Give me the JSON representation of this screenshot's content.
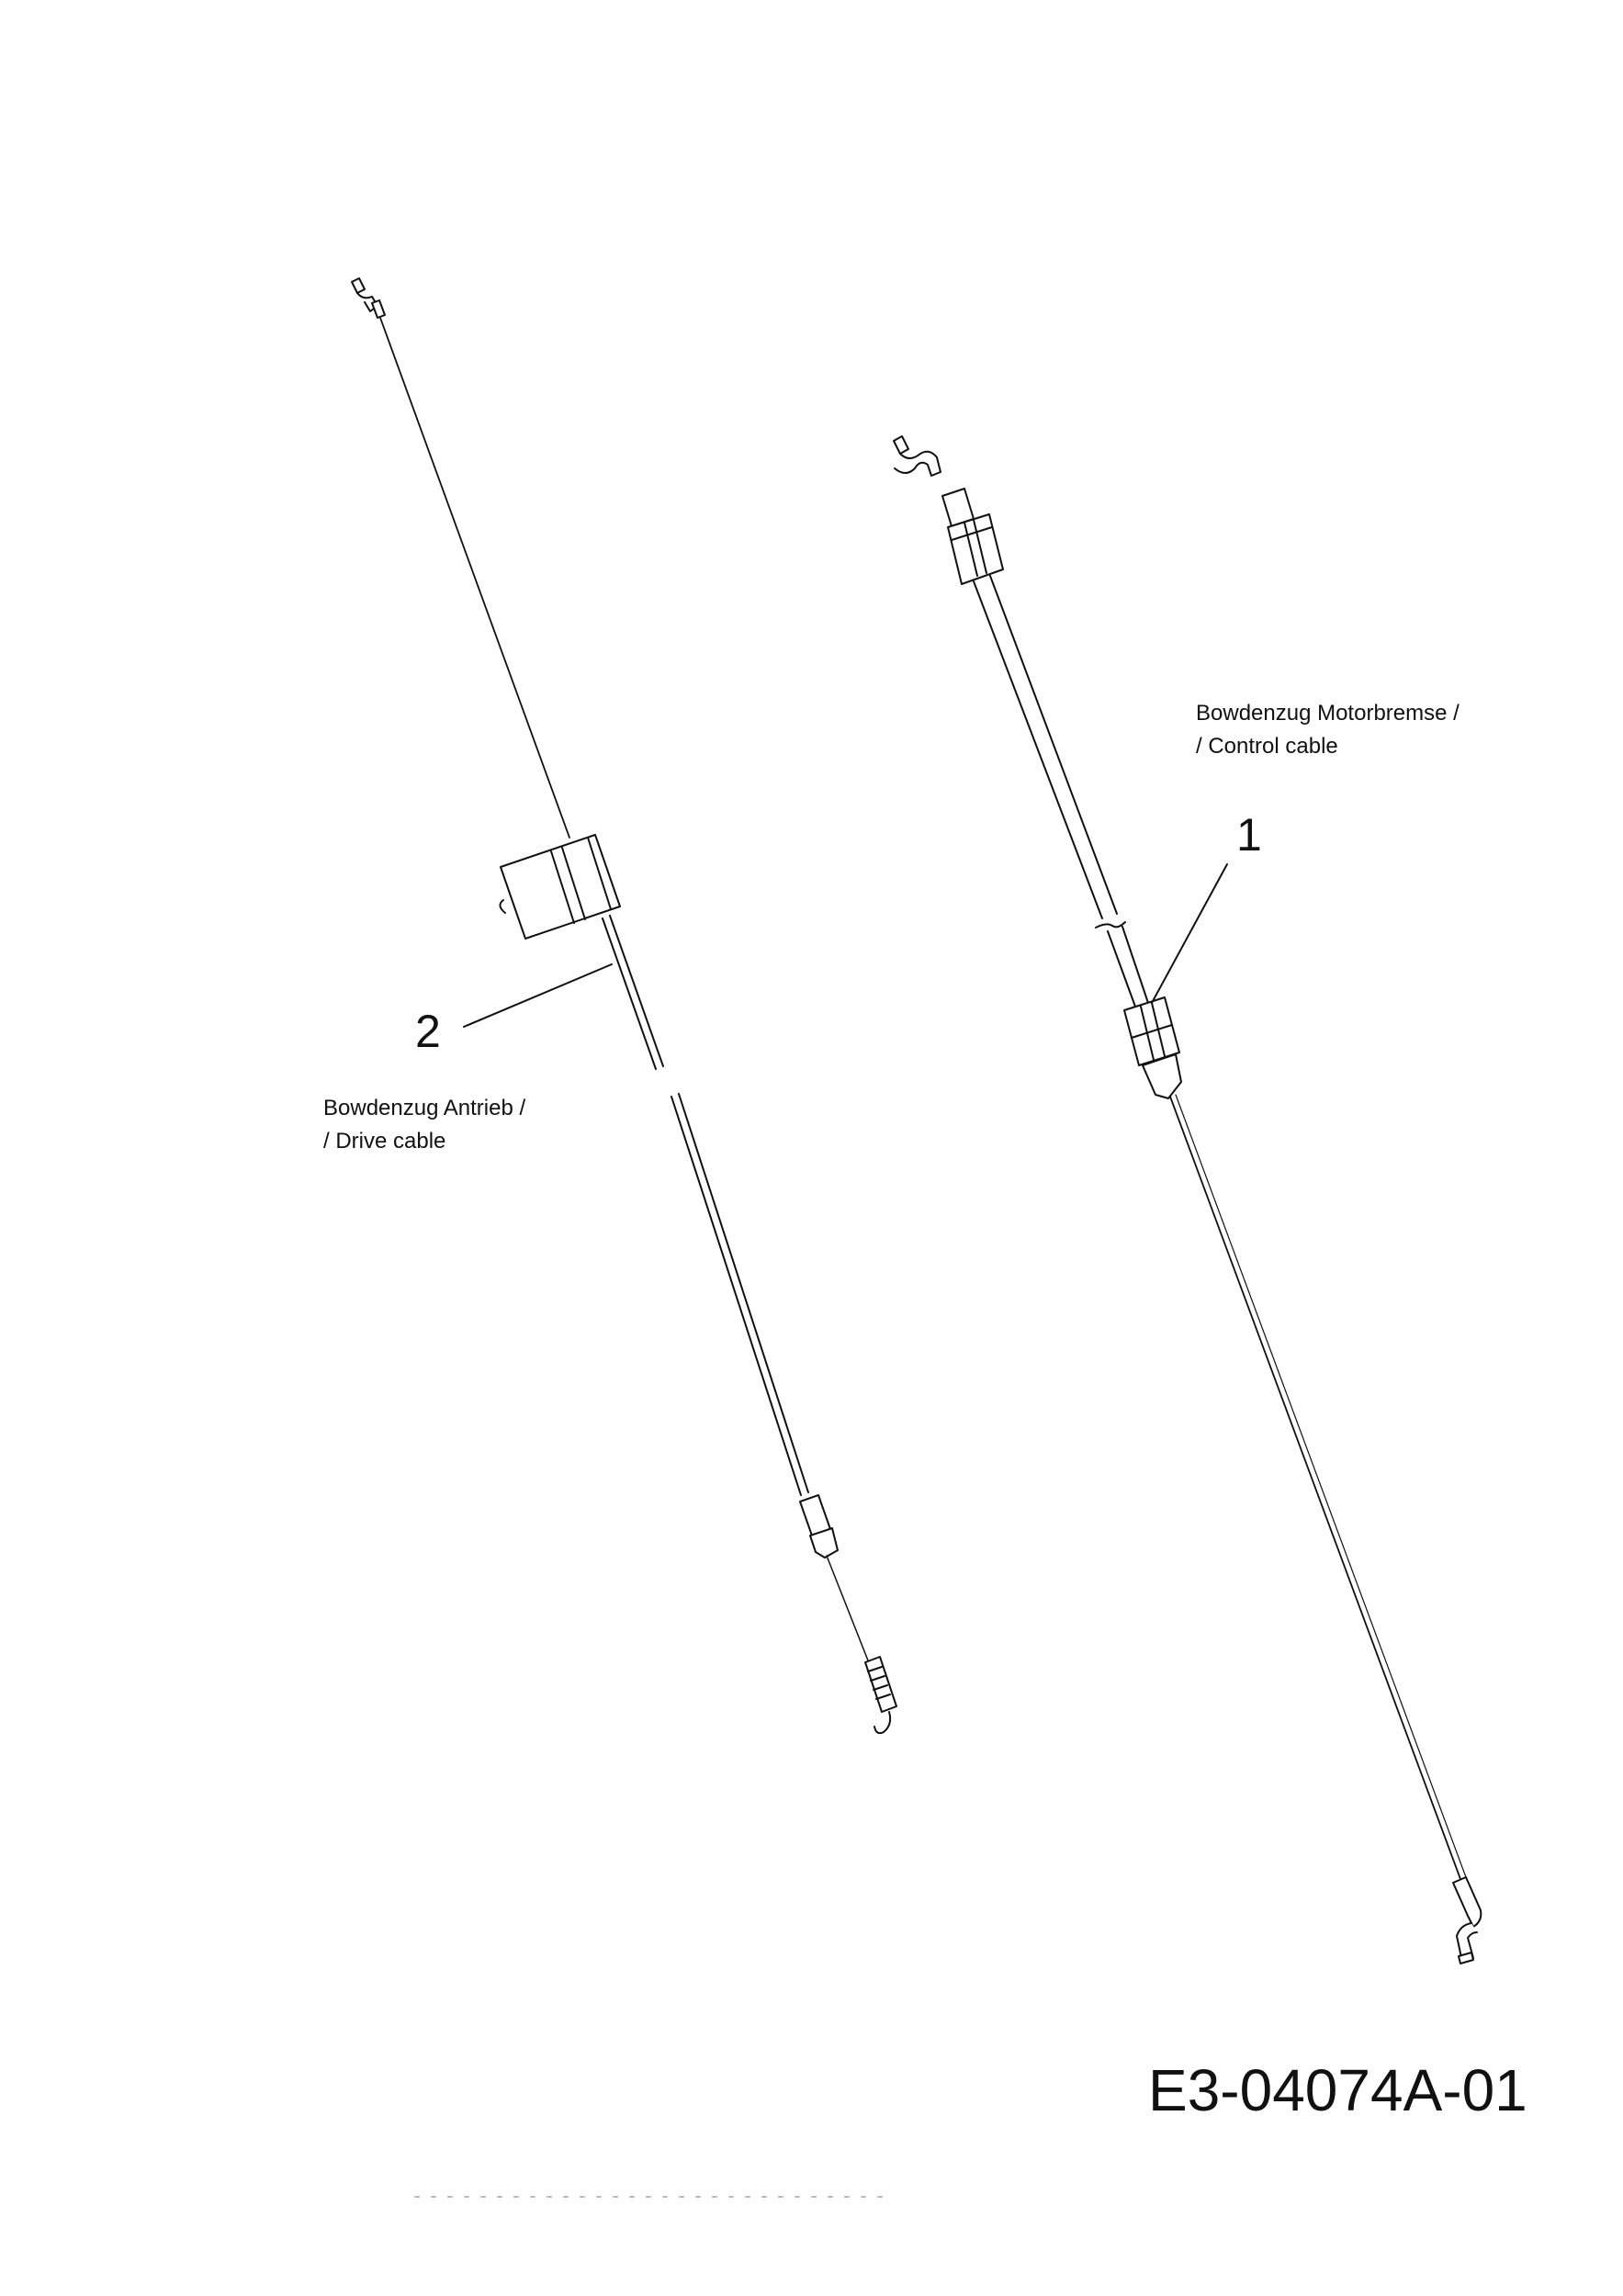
{
  "parts": [
    {
      "number": "1",
      "label_de": "Bowdenzug Motorbremse /",
      "label_en": "/ Control cable"
    },
    {
      "number": "2",
      "label_de": "Bowdenzug Antrieb /",
      "label_en": "/ Drive cable"
    }
  ],
  "drawing_code": "E3-04074A-01",
  "colors": {
    "line": "#111111",
    "background": "#ffffff"
  }
}
